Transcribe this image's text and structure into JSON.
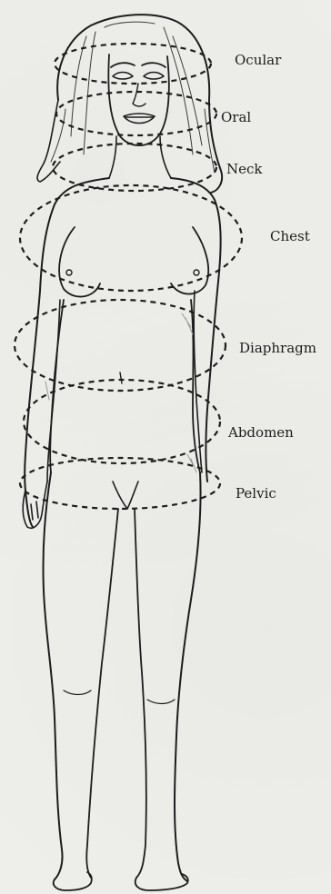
{
  "figure": {
    "labels": {
      "ocular": "Ocular",
      "oral": "Oral",
      "neck": "Neck",
      "chest": "Chest",
      "diaphragm": "Diaphragm",
      "abdomen": "Abdomen",
      "pelvic": "Pelvic"
    },
    "colors": {
      "ink": "#1d1d1d",
      "paper": "#eeeeea",
      "shade": "#9a9a96"
    }
  }
}
